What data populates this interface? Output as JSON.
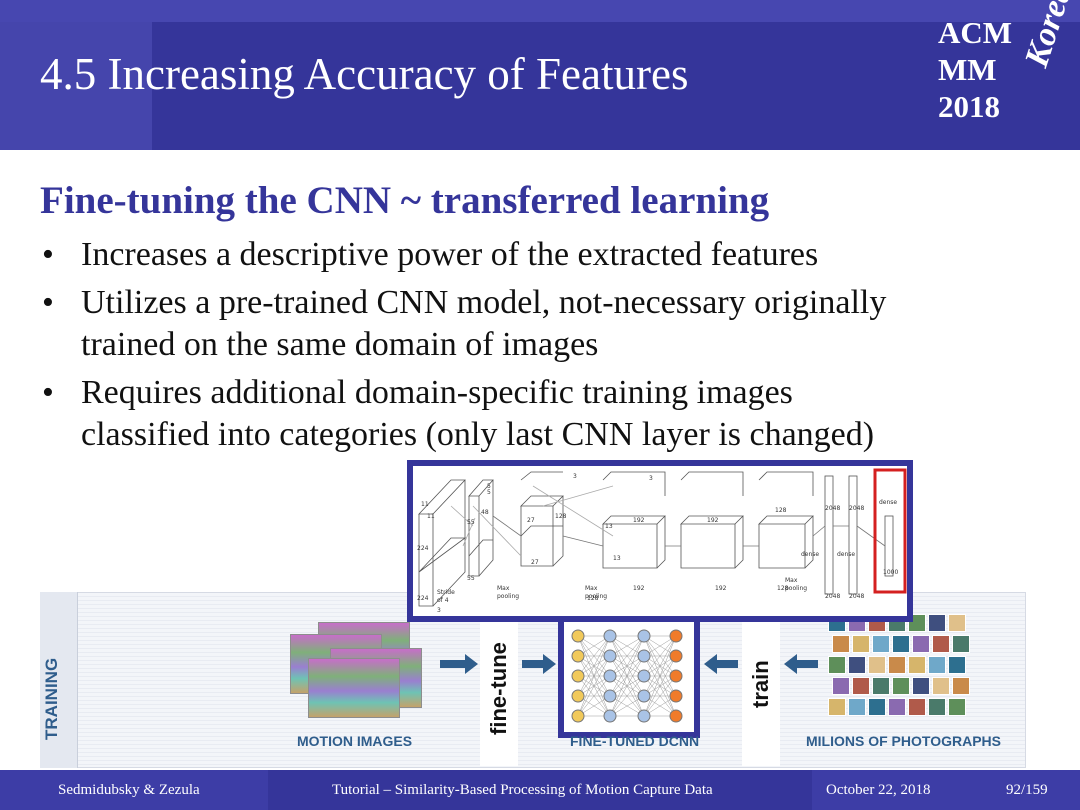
{
  "slide": {
    "title": "4.5 Increasing Accuracy of Features",
    "subheading": "Fine-tuning the CNN ~ transferred learning",
    "bullets": [
      {
        "lines": "Increases a descriptive power of the extracted features"
      },
      {
        "line1": "Utilizes a pre-trained CNN model, not-necessary originally",
        "line2": "trained on the same domain of images"
      },
      {
        "line1": "Requires additional domain-specific training images",
        "line2": "classified into categories (only last CNN layer is changed)"
      }
    ]
  },
  "logo": {
    "line1": "ACM",
    "line2": "MM",
    "line3": "2018",
    "script": "Korea"
  },
  "training": {
    "label": "TRAINING",
    "fine_tune": "fine-tune",
    "train": "train",
    "caption_motion": "MOTION IMAGES",
    "caption_dcnn": "FINE-TUNED DCNN",
    "caption_photos": "MILIONS OF PHOTOGRAPHS"
  },
  "architecture": {
    "labels": {
      "dense1": "dense",
      "dense2": "dense",
      "dense3": "dense",
      "out": "1000",
      "stride": "Stride",
      "stride2": "of 4",
      "maxpool1": "Max",
      "maxpool1b": "pooling",
      "maxpool2": "Max",
      "maxpool2b": "pooling",
      "maxpool3": "Max",
      "maxpool3b": "pooling"
    },
    "numbers": [
      "11",
      "11",
      "224",
      "224",
      "3",
      "55",
      "55",
      "48",
      "5",
      "5",
      "27",
      "27",
      "128",
      "128",
      "3",
      "3",
      "13",
      "13",
      "192",
      "192",
      "192",
      "192",
      "128",
      "128",
      "2048",
      "2048",
      "2048",
      "2048"
    ],
    "highlight_color": "#d42020"
  },
  "footer": {
    "authors": "Sedmidubsky & Zezula",
    "tutorial": "Tutorial – Similarity-Based Processing of Motion Capture Data",
    "date": "October 22, 2018",
    "page": "92/159"
  },
  "colors": {
    "primary": "#35359a",
    "header_light": "#4545ac",
    "accent_blue": "#2f5d8c",
    "highlight_red": "#d42020"
  }
}
